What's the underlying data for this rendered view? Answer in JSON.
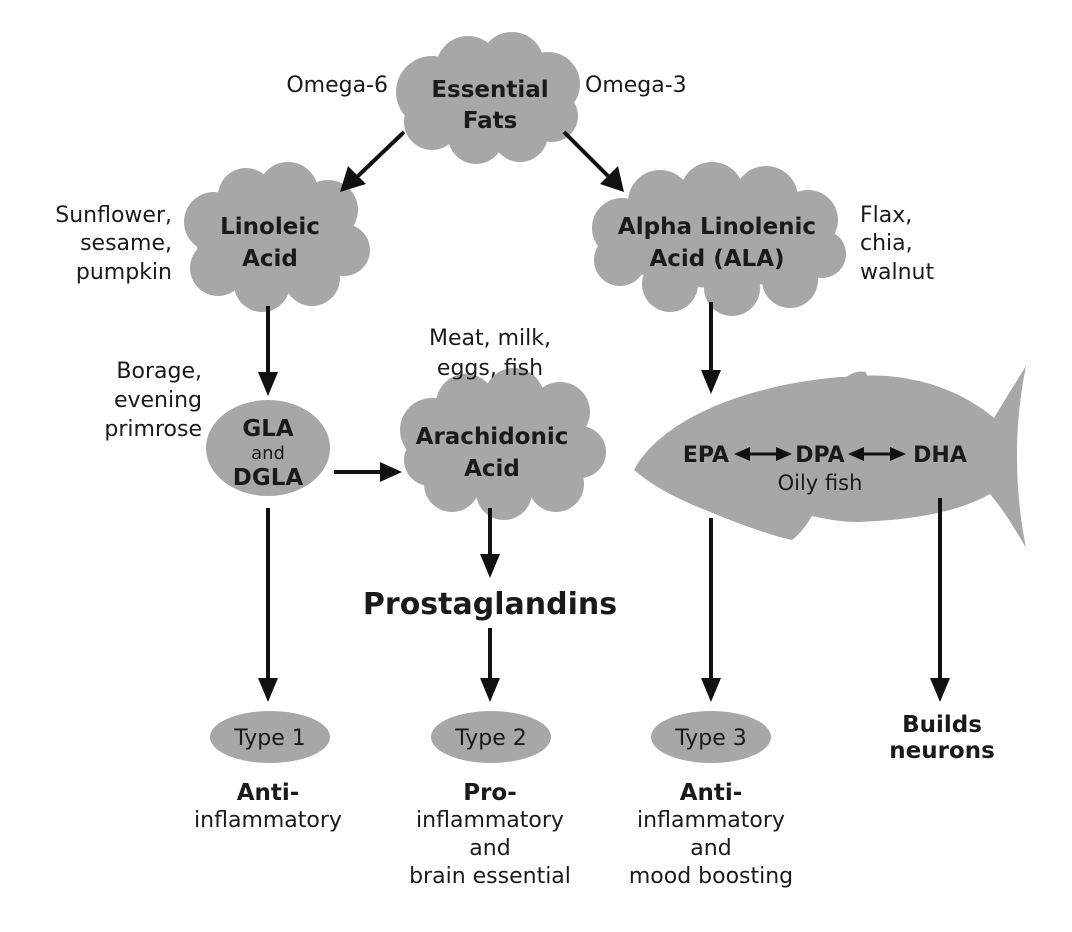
{
  "nodes": {
    "essential_fats": {
      "line1": "Essential",
      "line2": "Fats"
    },
    "linoleic_acid": {
      "line1": "Linoleic",
      "line2": "Acid"
    },
    "ala": {
      "line1": "Alpha Linolenic",
      "line2": "Acid (ALA)"
    },
    "gla_dgla": {
      "line1": "GLA",
      "and": "and",
      "line2": "DGLA"
    },
    "arachidonic_acid": {
      "line1": "Arachidonic",
      "line2": "Acid"
    },
    "fish": {
      "epa": "EPA",
      "dpa": "DPA",
      "dha": "DHA",
      "caption": "Oily fish"
    },
    "prostaglandins": "Prostaglandins",
    "type1": "Type 1",
    "type2": "Type 2",
    "type3": "Type 3",
    "builds_neurons": {
      "line1": "Builds",
      "line2": "neurons"
    }
  },
  "labels": {
    "omega6": "Omega-6",
    "omega3": "Omega-3",
    "linoleic_sources": [
      "Sunflower,",
      "sesame,",
      "pumpkin"
    ],
    "ala_sources": [
      "Flax,",
      "chia,",
      "walnut"
    ],
    "gla_sources": [
      "Borage,",
      "evening",
      "primrose"
    ],
    "arachidonic_sources": [
      "Meat, milk,",
      "eggs, fish"
    ]
  },
  "effects": {
    "type1": {
      "line1": "Anti-",
      "line2": "inflammatory"
    },
    "type2": {
      "line1": "Pro-",
      "line2": "inflammatory",
      "line3": "and",
      "line4": "brain essential"
    },
    "type3": {
      "line1": "Anti-",
      "line2": "inflammatory",
      "line3": "and",
      "line4": "mood boosting"
    }
  }
}
